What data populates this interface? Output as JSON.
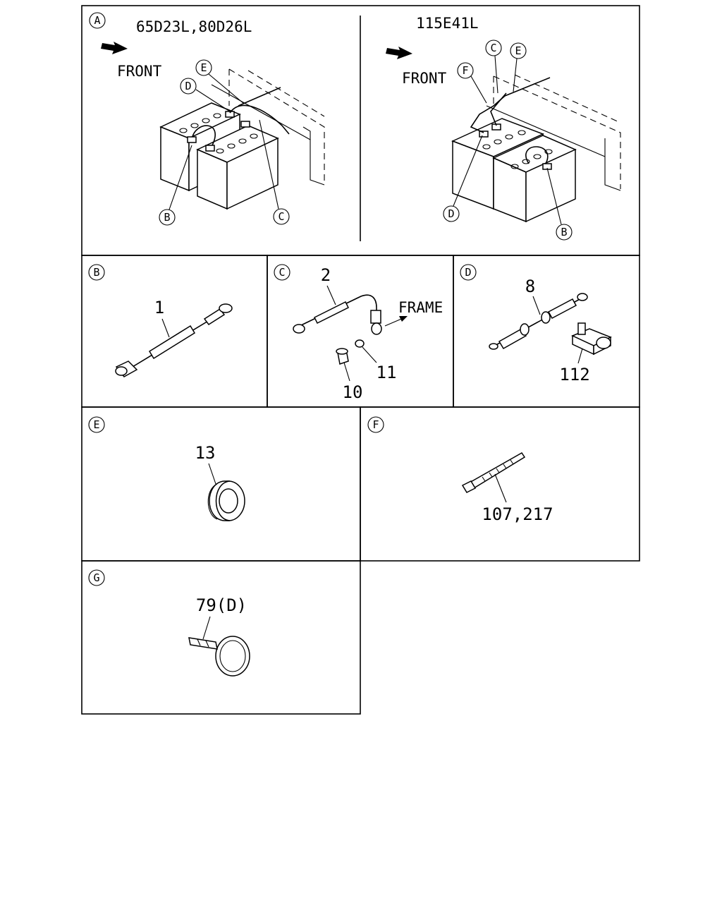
{
  "panel_a": {
    "circle_label": "A",
    "left": {
      "title": "65D23L,80D26L",
      "front": "FRONT",
      "callouts": {
        "e": "E",
        "d": "D",
        "b": "B",
        "c": "C"
      }
    },
    "right": {
      "title": "115E41L",
      "front": "FRONT",
      "callouts": {
        "c": "C",
        "e": "E",
        "f": "F",
        "d": "D",
        "b": "B"
      }
    }
  },
  "panel_b": {
    "circle_label": "B",
    "part_1": "1"
  },
  "panel_c": {
    "circle_label": "C",
    "part_2": "2",
    "frame": "FRAME",
    "part_11": "11",
    "part_10": "10"
  },
  "panel_d": {
    "circle_label": "D",
    "part_8": "8",
    "part_112": "112"
  },
  "panel_e": {
    "circle_label": "E",
    "part_13": "13"
  },
  "panel_f": {
    "circle_label": "F",
    "part_107": "107,217"
  },
  "panel_g": {
    "circle_label": "G",
    "part_79": "79(D)"
  }
}
